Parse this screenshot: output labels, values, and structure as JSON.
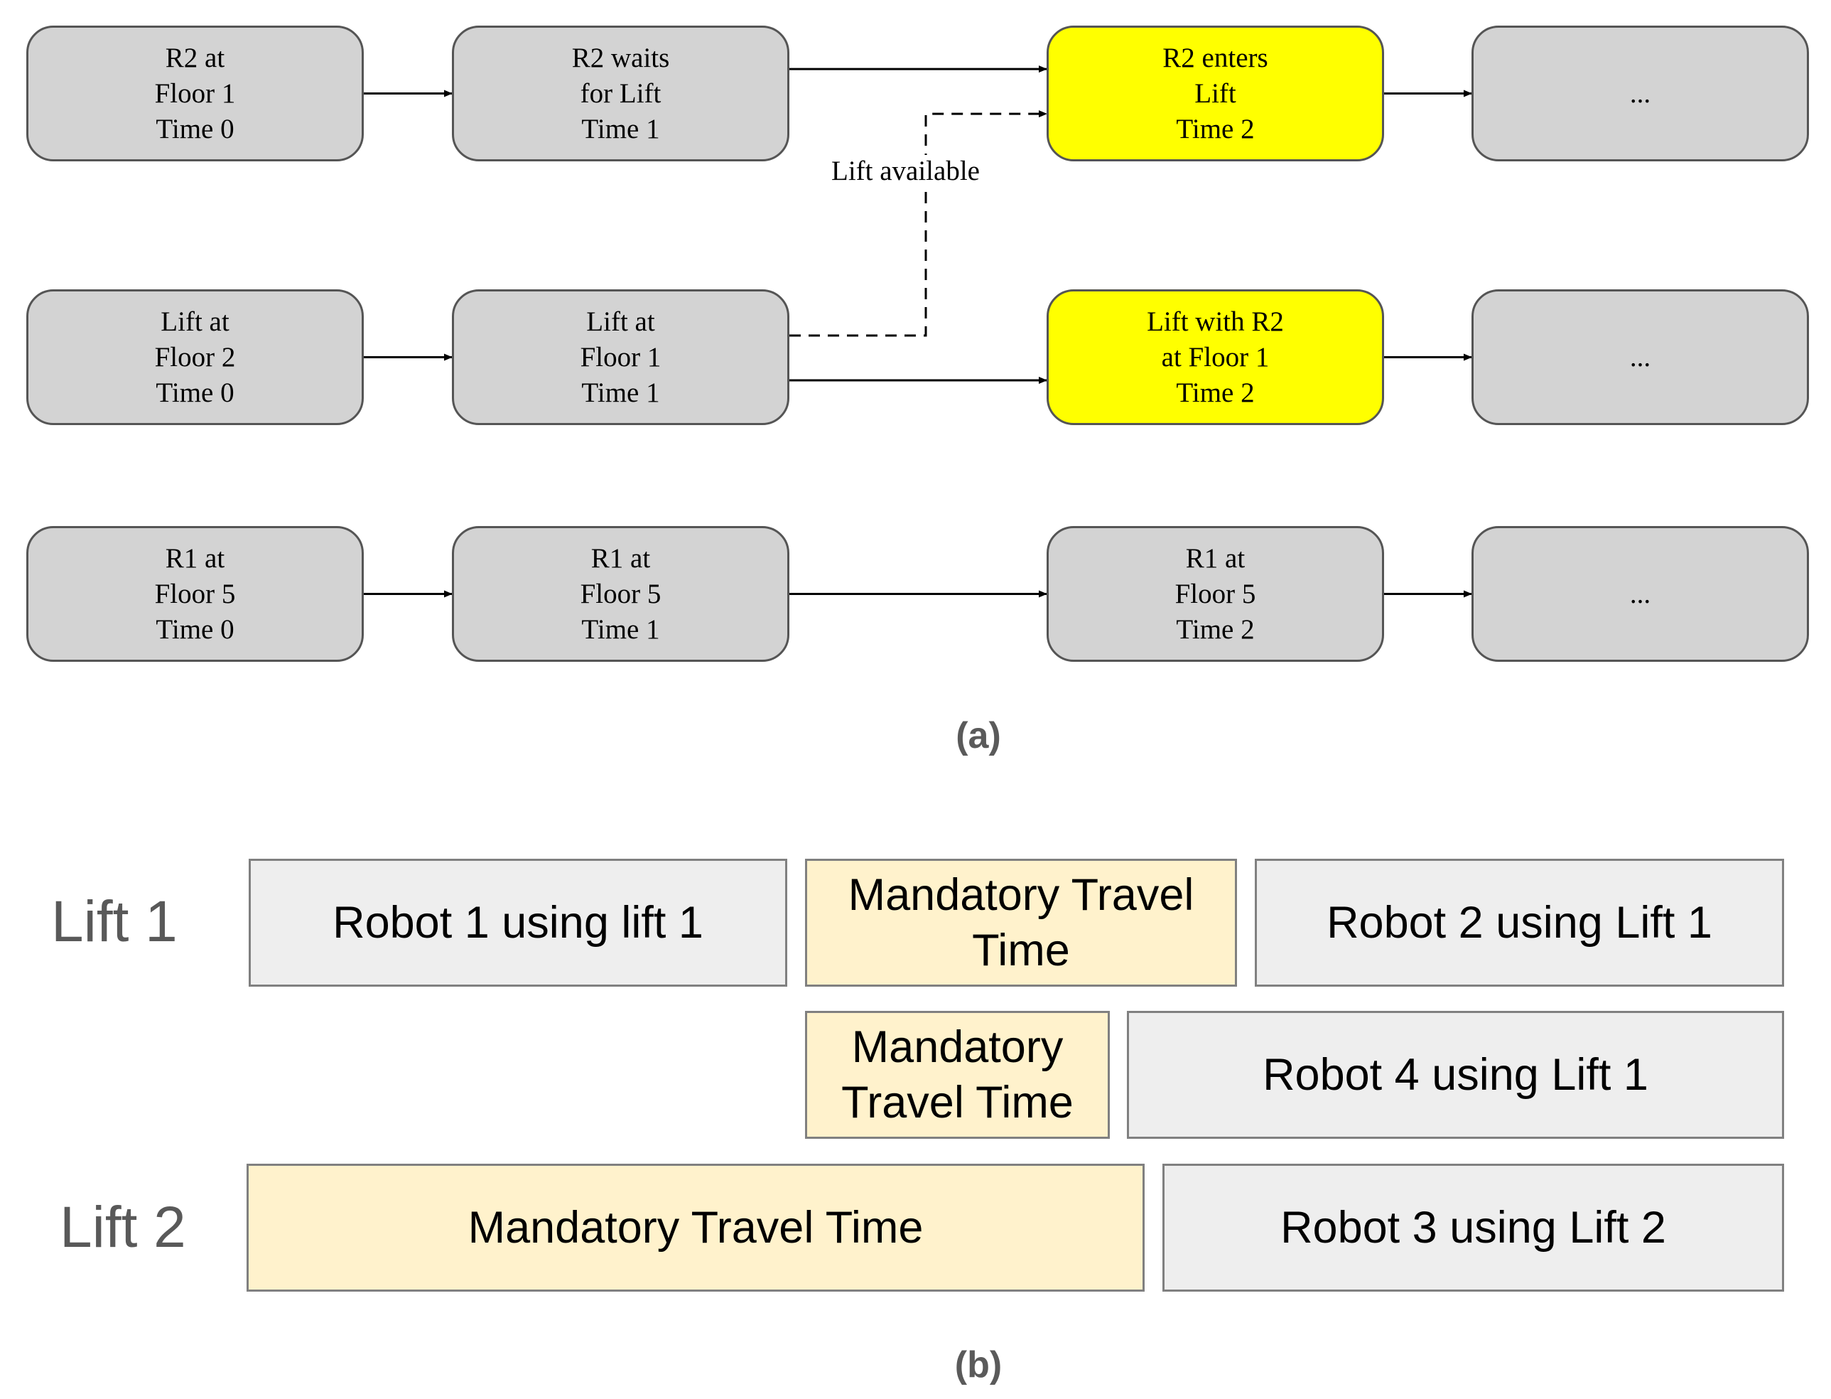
{
  "colors": {
    "node_fill": "#d3d3d3",
    "node_highlight": "#ffff00",
    "block_robot": "#eeeeee",
    "block_travel": "#fff2cc",
    "edge": "#000000"
  },
  "part_a": {
    "caption": "(a)",
    "nodes": {
      "r2_t0": [
        "R2 at",
        "Floor 1",
        "Time 0"
      ],
      "r2_t1": [
        "R2 waits",
        "for Lift",
        "Time 1"
      ],
      "r2_t2": [
        "R2 enters",
        "Lift",
        "Time 2"
      ],
      "r2_more": [
        "..."
      ],
      "lift_t0": [
        "Lift at",
        "Floor 2",
        "Time 0"
      ],
      "lift_t1": [
        "Lift at",
        "Floor 1",
        "Time 1"
      ],
      "lift_t2": [
        "Lift with R2",
        "at Floor 1",
        "Time 2"
      ],
      "lift_more": [
        "..."
      ],
      "r1_t0": [
        "R1 at",
        "Floor 5",
        "Time 0"
      ],
      "r1_t1": [
        "R1 at",
        "Floor 5",
        "Time 1"
      ],
      "r1_t2": [
        "R1 at",
        "Floor 5",
        "Time 2"
      ],
      "r1_more": [
        "..."
      ]
    },
    "highlighted": [
      "r2_t2",
      "lift_t2"
    ],
    "edges": [
      {
        "from": "r2_t0",
        "to": "r2_t1",
        "style": "solid"
      },
      {
        "from": "r2_t1",
        "to": "r2_t2",
        "style": "solid"
      },
      {
        "from": "r2_t2",
        "to": "r2_more",
        "style": "solid"
      },
      {
        "from": "lift_t0",
        "to": "lift_t1",
        "style": "solid"
      },
      {
        "from": "lift_t1",
        "to": "lift_t2",
        "style": "solid"
      },
      {
        "from": "lift_t2",
        "to": "lift_more",
        "style": "solid"
      },
      {
        "from": "r1_t0",
        "to": "r1_t1",
        "style": "solid"
      },
      {
        "from": "r1_t1",
        "to": "r1_t2",
        "style": "solid"
      },
      {
        "from": "r1_t2",
        "to": "r1_more",
        "style": "solid"
      },
      {
        "from": "lift_t1",
        "to": "r2_t2",
        "style": "dashed",
        "label": "Lift available"
      }
    ]
  },
  "part_b": {
    "caption": "(b)",
    "lanes": [
      "Lift 1",
      "Lift 2"
    ],
    "blocks": [
      {
        "id": "robot1_lift1",
        "text": "Robot 1 using lift 1",
        "kind": "robot"
      },
      {
        "id": "travel_1",
        "text": "Mandatory Travel Time",
        "kind": "travel"
      },
      {
        "id": "robot2_lift1",
        "text": "Robot 2 using Lift 1",
        "kind": "robot"
      },
      {
        "id": "travel_2",
        "text": "Mandatory Travel Time",
        "kind": "travel"
      },
      {
        "id": "robot4_lift1",
        "text": "Robot 4 using Lift 1",
        "kind": "robot"
      },
      {
        "id": "travel_3",
        "text": "Mandatory Travel Time",
        "kind": "travel"
      },
      {
        "id": "robot3_lift2",
        "text": "Robot 3 using Lift 2",
        "kind": "robot"
      }
    ]
  }
}
